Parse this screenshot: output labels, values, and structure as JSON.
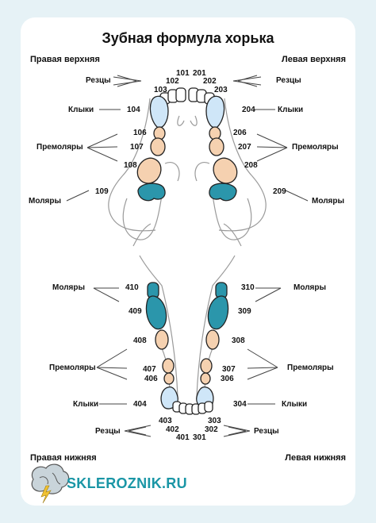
{
  "title": "Зубная формула хорька",
  "corners": {
    "upper_right": "Правая верхняя",
    "upper_left": "Левая верхняя",
    "lower_right": "Правая нижняя",
    "lower_left": "Левая нижняя"
  },
  "labels": {
    "incisors": "Резцы",
    "canines": "Клыки",
    "premolars": "Премоляры",
    "molars": "Моляры"
  },
  "upper_right_teeth": {
    "i1": "101",
    "i2": "102",
    "i3": "103",
    "c": "104",
    "p2": "106",
    "p3": "107",
    "p4": "108",
    "m1": "109"
  },
  "upper_left_teeth": {
    "i1": "201",
    "i2": "202",
    "i3": "203",
    "c": "204",
    "p2": "206",
    "p3": "207",
    "p4": "208",
    "m1": "209"
  },
  "lower_left_teeth": {
    "i1": "301",
    "i2": "302",
    "i3": "303",
    "c": "304",
    "p2": "306",
    "p3": "307",
    "p4": "308",
    "m1": "309",
    "m2": "310"
  },
  "lower_right_teeth": {
    "i1": "401",
    "i2": "402",
    "i3": "403",
    "c": "404",
    "p2": "406",
    "p3": "407",
    "p4": "408",
    "m1": "409",
    "m2": "410"
  },
  "brand": "SKLEROZNIK.RU",
  "colors": {
    "canine": "#cfe6f8",
    "premolar": "#f5d1b0",
    "molar": "#2b96ab",
    "incisor": "#ffffff",
    "outline": "#222222",
    "background": "#e6f2f6",
    "brand": "#1a96a6",
    "brain_icon": "#c9d4da",
    "lightning": "#f1c232"
  }
}
